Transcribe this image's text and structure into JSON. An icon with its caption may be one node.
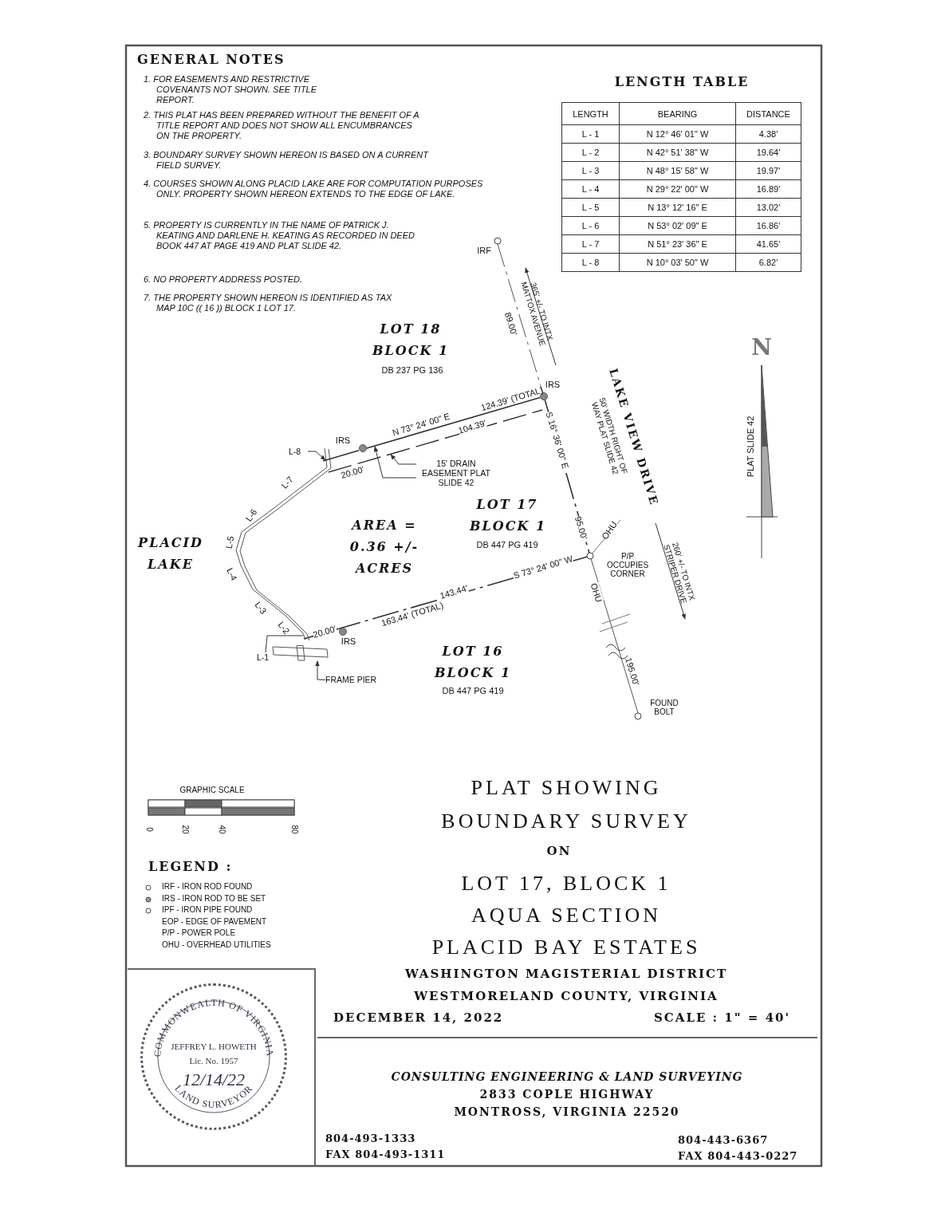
{
  "diagram": {
    "nodes": [
      {
        "text": [
          "L-8"
        ]
      },
      {
        "text": [
          "15' DRAIN EASEMENT PLAT SLIDE 42"
        ]
      },
      {
        "text": [
          "L-1"
        ]
      },
      {
        "text": [
          "FRAME PIER"
        ]
      },
      {
        "text": [
          "COMMONWEALTH OF VIRGINIA",
          "JEFFREY L. HOWETH",
          "Lic. No. 1957",
          "12/14/22",
          "LAND SURVEYOR"
        ]
      },
      {
        "text": [
          "CONSULTING ENGINEERING & LAND SURVEYING",
          "2833 COPLE HIGHWAY",
          "MONTROSS, VIRGINIA 22520",
          "804-493-1333",
          "FAX 804-493-1311",
          "804-443-6367",
          "FAX 804-443-0227"
        ]
      },
      {
        "text": [],
        "shape": "box"
      },
      {
        "text": [],
        "shape": "line"
      },
      {
        "text": [],
        "shape": "line"
      },
      {
        "text": [],
        "shape": "line"
      },
      {
        "text": [],
        "shape": "line"
      }
    ],
    "edges": [
      {
        "from": 0,
        "to": 7,
        "arrow": "to"
      },
      {
        "from": 1,
        "to": 8,
        "arrow": "to"
      },
      {
        "from": 1,
        "to": 9,
        "arrow": "to"
      },
      {
        "from": 2,
        "to": 10,
        "arrow": "none"
      },
      {
        "from": 3,
        "to": 6,
        "arrow": "to"
      }
    ],
    "labels": [
      "GENERAL NOTES",
      "1. FOR EASEMENTS AND RESTRICTIVE COVENANTS NOT SHOWN. SEE TITLE REPORT.",
      "2. THIS PLAT HAS BEEN PREPARED WITHOUT THE BENEFIT OF A TITLE REPORT AND DOES NOT SHOW ALL ENCUMBRANCES ON THE PROPERTY.",
      "3. BOUNDARY SURVEY SHOWN HEREON IS BASED ON A CURRENT FIELD SURVEY.",
      "4. COURSES SHOWN ALONG PLACID LAKE ARE FOR COMPUTATION PURPOSES ONLY. PROPERTY SHOWN HEREON EXTENDS TO THE EDGE OF LAKE.",
      "5. PROPERTY IS CURRENTLY IN THE NAME OF PATRICK J. KEATING AND DARLENE H. KEATING AS RECORDED IN DEED BOOK 447 AT PAGE 419 AND PLAT SLIDE 42.",
      "6. NO PROPERTY ADDRESS POSTED.",
      "7. THE PROPERTY SHOWN HEREON IS IDENTIFIED AS TAX MAP 10C (( 16 )) BLOCK 1 LOT 17.",
      "LENGTH TABLE",
      "LENGTH",
      "BEARING",
      "DISTANCE",
      "L - 1",
      "N 12° 46' 01\" W",
      "4.38'",
      "L - 2",
      "N 42° 51' 38\" W",
      "19.64'",
      "L - 3",
      "N 48° 15' 58\" W",
      "19.97'",
      "L - 4",
      "N 29° 22' 00\" W",
      "16.89'",
      "L - 5",
      "N 13° 12' 16\" E",
      "13.02'",
      "L - 6",
      "N 53° 02' 09\" E",
      "16.86'",
      "L - 7",
      "N 51° 23' 36\" E",
      "41.65'",
      "L - 8",
      "N 10° 03' 50\" W",
      "6.82'",
      "IRF",
      "365' +/- TO INTX MATTOX AVENUE",
      "89.00'",
      "LOT 18",
      "BLOCK 1",
      "DB 237 PG 136",
      "IRS",
      "N 73° 24' 00\" E",
      "124.39' (TOTAL)",
      "104.39'",
      "S 16° 36' 00\" E",
      "IRS",
      "20.00'",
      "L-7",
      "L-6",
      "L-5",
      "L-4",
      "L-3",
      "L-2",
      "LAKE VIEW DRIVE",
      "50' WIDTH RIGHT OF WAY PLAT SLIDE 42",
      "LOT 17",
      "BLOCK 1",
      "DB 447 PG 419",
      "AREA = 0.36 +/- ACRES",
      "PLACID LAKE",
      "95.00'",
      "OHU",
      "S 73° 24' 00\" W",
      "P/P OCCUPIES CORNER",
      "143.44'",
      "163.44' (TOTAL)",
      "20.00'",
      "IRS",
      "OHU",
      "260' +/- TO INTX STRIPER DRIVE",
      "LOT 16",
      "BLOCK 1",
      "DB 447 PG 419",
      "195.00'",
      "FOUND BOLT",
      "N",
      "PLAT SLIDE 42",
      "GRAPHIC SCALE",
      "0",
      "20",
      "40",
      "80",
      "LEGEND :",
      "PLAT SHOWING",
      "BOUNDARY SURVEY",
      "ON",
      "LOT 17, BLOCK 1",
      "AQUA SECTION",
      "PLACID BAY ESTATES",
      "WASHINGTON MAGISTERIAL DISTRICT",
      "WESTMORELAND COUNTY, VIRGINIA",
      "DECEMBER 14, 2022",
      "SCALE : 1\" = 40'"
    ],
    "legend": [
      {
        "text": "IRF - IRON ROD FOUND"
      },
      {
        "text": "IRS - IRON ROD TO BE SET"
      },
      {
        "text": "IPF - IRON PIPE FOUND"
      },
      {
        "text": "EOP - EDGE OF PAVEMENT"
      },
      {
        "text": "P/P - POWER POLE"
      },
      {
        "text": "OHU - OVERHEAD UTILITIES"
      }
    ]
  }
}
